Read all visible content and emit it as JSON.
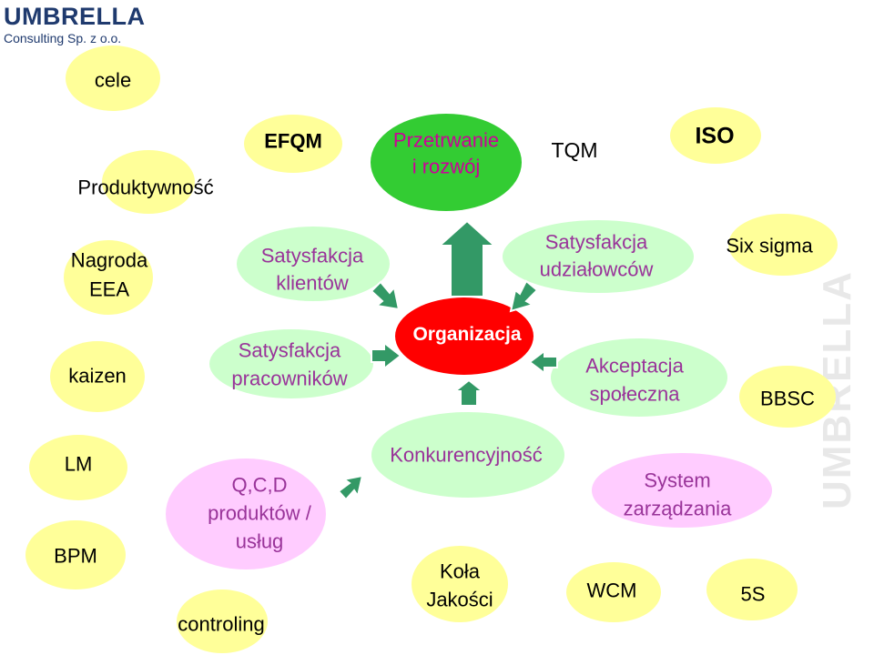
{
  "logo": {
    "name": "UMBRELLA",
    "subtitle": "Consulting Sp. z o.o."
  },
  "watermark": "UMBRELLA",
  "colors": {
    "yellow": "#ffff99",
    "green": "#33cc33",
    "red": "#ff0000",
    "pink": "#ffccff",
    "light_green": "#ccffcc",
    "arrow_green": "#339966",
    "magenta_text": "#cc0099",
    "purple_text": "#993399"
  },
  "nodes": {
    "cele": "cele",
    "produktywnosc": "Produktywność",
    "efqm": "EFQM",
    "przetrwanie_1": "Przetrwanie",
    "przetrwanie_2": "i rozwój",
    "tqm": "TQM",
    "iso": "ISO",
    "nagroda_1": "Nagroda",
    "nagroda_2": "EEA",
    "klienci_1": "Satysfakcja",
    "klienci_2": "klientów",
    "udzialowcy_1": "Satysfakcja",
    "udzialowcy_2": "udziałowców",
    "six_sigma": "Six sigma",
    "kaizen": "kaizen",
    "pracownicy_1": "Satysfakcja",
    "pracownicy_2": "pracowników",
    "organizacja": "Organizacja",
    "akceptacja_1": "Akceptacja",
    "akceptacja_2": "społeczna",
    "bbsc": "BBSC",
    "lm": "LM",
    "bpm": "BPM",
    "qcd_1": "Q,C,D",
    "qcd_2": "produktów /",
    "qcd_3": "usług",
    "konkurencyjnosc": "Konkurencyjność",
    "system_1": "System",
    "system_2": "zarządzania",
    "kola_1": "Koła",
    "kola_2": "Jakości",
    "wcm": "WCM",
    "s5": "5S",
    "controling": "controling"
  }
}
